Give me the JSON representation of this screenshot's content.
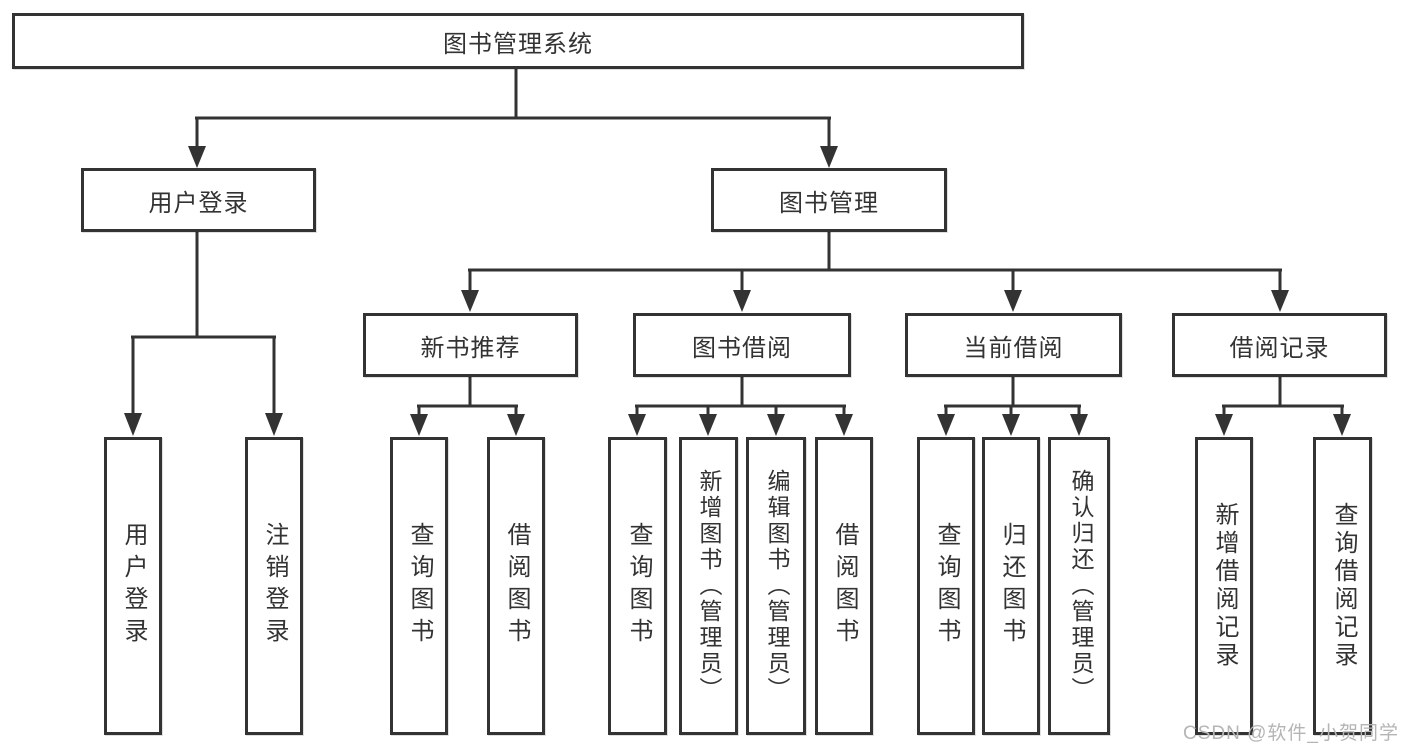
{
  "diagram_title": "图书管理系统",
  "diagram_type": "hierarchy-tree",
  "colors": {
    "line": "#333333",
    "text": "#333333",
    "box_background": "#ffffff",
    "page_background": "#ffffff",
    "watermark": "#b5b5b5"
  },
  "tree": {
    "root": {
      "label": "图书管理系统"
    },
    "children": [
      {
        "label": "用户登录",
        "children": [
          {
            "label": "用户登录"
          },
          {
            "label": "注销登录"
          }
        ]
      },
      {
        "label": "图书管理",
        "children": [
          {
            "label": "新书推荐",
            "children": [
              {
                "label": "查询图书"
              },
              {
                "label": "借阅图书"
              }
            ]
          },
          {
            "label": "图书借阅",
            "children": [
              {
                "label": "查询图书"
              },
              {
                "label": "新增图书（管理员）"
              },
              {
                "label": "编辑图书（管理员）"
              },
              {
                "label": "借阅图书"
              }
            ]
          },
          {
            "label": "当前借阅",
            "children": [
              {
                "label": "查询图书"
              },
              {
                "label": "归还图书"
              },
              {
                "label": "确认归还（管理员）"
              }
            ]
          },
          {
            "label": "借阅记录",
            "children": [
              {
                "label": "新增借阅记录"
              },
              {
                "label": "查询借阅记录"
              }
            ]
          }
        ]
      }
    ]
  },
  "watermark": {
    "text": "CSDN @软件_小贺同学"
  }
}
